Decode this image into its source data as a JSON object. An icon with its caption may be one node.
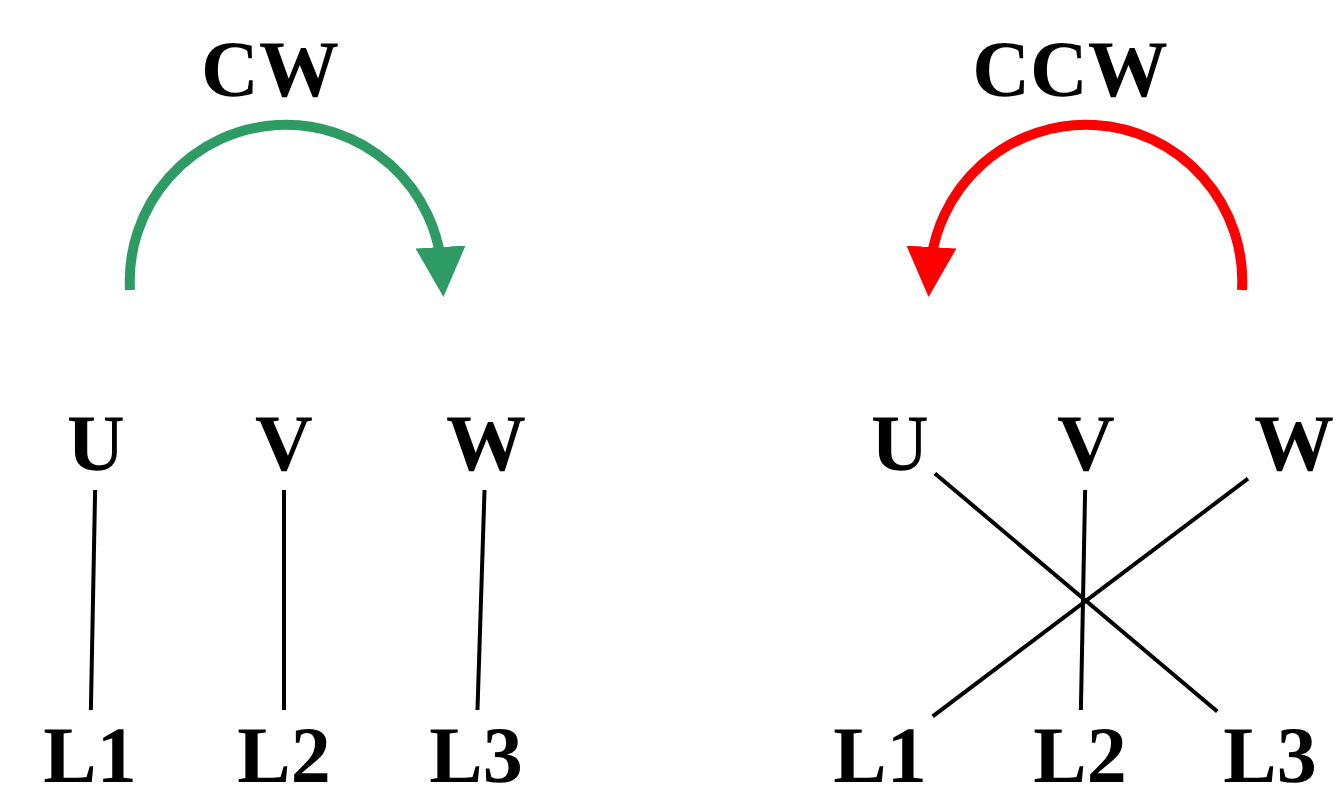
{
  "diagram": {
    "nodes": [
      {
        "text": [
          "U"
        ]
      },
      {
        "text": [
          "V"
        ]
      },
      {
        "text": [
          "W"
        ]
      },
      {
        "text": [
          "L1"
        ]
      },
      {
        "text": [
          "L2"
        ]
      },
      {
        "text": [
          "L3"
        ]
      },
      {
        "text": [
          "U"
        ]
      },
      {
        "text": [
          "V"
        ]
      },
      {
        "text": [
          "W"
        ]
      },
      {
        "text": [
          "L1"
        ]
      },
      {
        "text": [
          "L2"
        ]
      },
      {
        "text": [
          "L3"
        ]
      }
    ],
    "edges": [
      {
        "from": 0,
        "to": 3,
        "arrow": "none"
      },
      {
        "from": 1,
        "to": 4,
        "arrow": "none"
      },
      {
        "from": 2,
        "to": 5,
        "arrow": "none"
      },
      {
        "from": 6,
        "to": 11,
        "arrow": "none"
      },
      {
        "from": 7,
        "to": 10,
        "arrow": "none"
      },
      {
        "from": 8,
        "to": 9,
        "arrow": "none"
      }
    ],
    "labels": [
      "CW",
      "CCW"
    ]
  }
}
